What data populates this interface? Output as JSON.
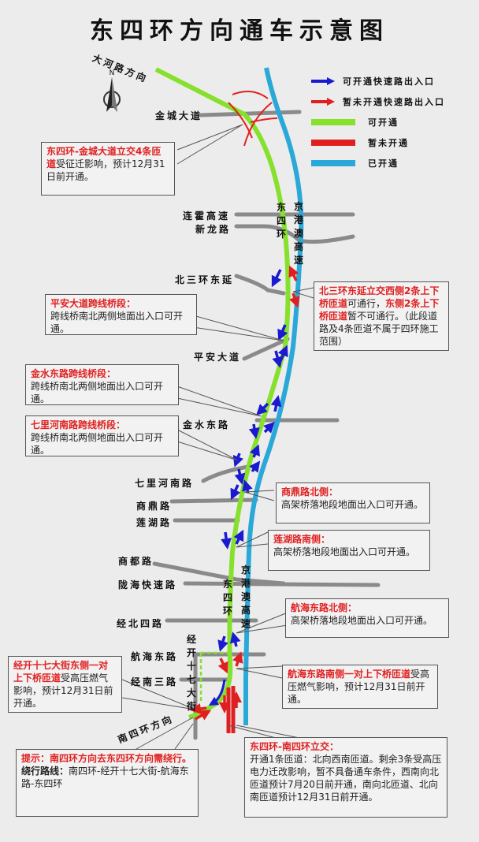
{
  "title": "东四环方向通车示意图",
  "legend": [
    {
      "kind": "arrow",
      "color": "#1a1ad0",
      "label": "可开通快速路出入口"
    },
    {
      "kind": "arrow",
      "color": "#e02020",
      "label": "暂未开通快速路出入口"
    },
    {
      "kind": "line",
      "color": "#86e02c",
      "label": "可开通"
    },
    {
      "kind": "line",
      "color": "#e02020",
      "label": "暂未开通"
    },
    {
      "kind": "line",
      "color": "#2aa8d8",
      "label": "已开通"
    }
  ],
  "compass": {
    "label": "N"
  },
  "roads": {
    "dahe": "大河路方向",
    "jincheng": "金城大道",
    "lianhuo": "连霍高速",
    "xinlong": "新龙路",
    "beisanhuan": "北三环东延",
    "pingan": "平安大道",
    "jinshui": "金水东路",
    "qilihe": "七里河南路",
    "shangding": "商鼎路",
    "lianhu": "莲湖路",
    "shangdu": "商都路",
    "longhai": "陇海快速路",
    "jingbeisi": "经北四路",
    "hanghai": "航海东路",
    "jingnansan": "经南三路",
    "jingkai17": "经开十七大街",
    "nansihuan": "南四环方向",
    "dongsihuan_upper": "东四环",
    "jinggangao_upper": "京港澳高速",
    "dongsihuan_lower": "东四环",
    "jinggangao_lower": "京港澳高速"
  },
  "callouts": {
    "jincheng": {
      "highlight": "东四环-金城大道立交4条匝道",
      "text": "受征迁影响，预计12月31日前开通。"
    },
    "beisanhuan": {
      "highlight1": "北三环东延立交西侧2条上下桥匝道",
      "text1": "可通行，",
      "highlight2": "东侧2条上下桥匝道",
      "text2": "暂不可通行。（此段道路及4条匝道不属于四环施工范围）"
    },
    "pingan": {
      "highlight": "平安大道跨线桥段：",
      "text": "跨线桥南北两侧地面出入口可开通。"
    },
    "jinshui": {
      "highlight": "金水东路跨线桥段：",
      "text": "跨线桥南北两侧地面出入口可开通。"
    },
    "qilihe": {
      "highlight": "七里河南路跨线桥段：",
      "text": "跨线桥南北两侧地面出入口可开通。"
    },
    "shangding": {
      "highlight": "商鼎路北侧：",
      "text": "高架桥落地段地面出入口可开通。"
    },
    "lianhu": {
      "highlight": "莲湖路南侧：",
      "text": "高架桥落地段地面出入口可开通。"
    },
    "hanghai_north": {
      "highlight": "航海东路北侧：",
      "text": "高架桥落地段地面出入口可开通。"
    },
    "hanghai_south": {
      "highlight": "航海东路南侧一对上下桥匝道",
      "text": "受高压燃气影响，预计12月31日前开通。"
    },
    "jingkai17": {
      "highlight": "经开十七大街东侧一对上下桥匝道",
      "text": "受高压燃气影响，预计12月31日前开通。"
    },
    "tip": {
      "highlight": "提示：南四环方向去东四环方向需绕行。",
      "label": "绕行路线：",
      "text": "南四环-经开十七大街-航海东路-东四环"
    },
    "nansihuan": {
      "highlight": "东四环-南四环立交：",
      "text": "开通1条匝道：北向西南匝道。剩余3条受高压电力迁改影响，暂不具备通车条件，西南向北匝道预计7月20日前开通，南向北匝道、北向南匝道预计12月31日前开通。"
    }
  }
}
